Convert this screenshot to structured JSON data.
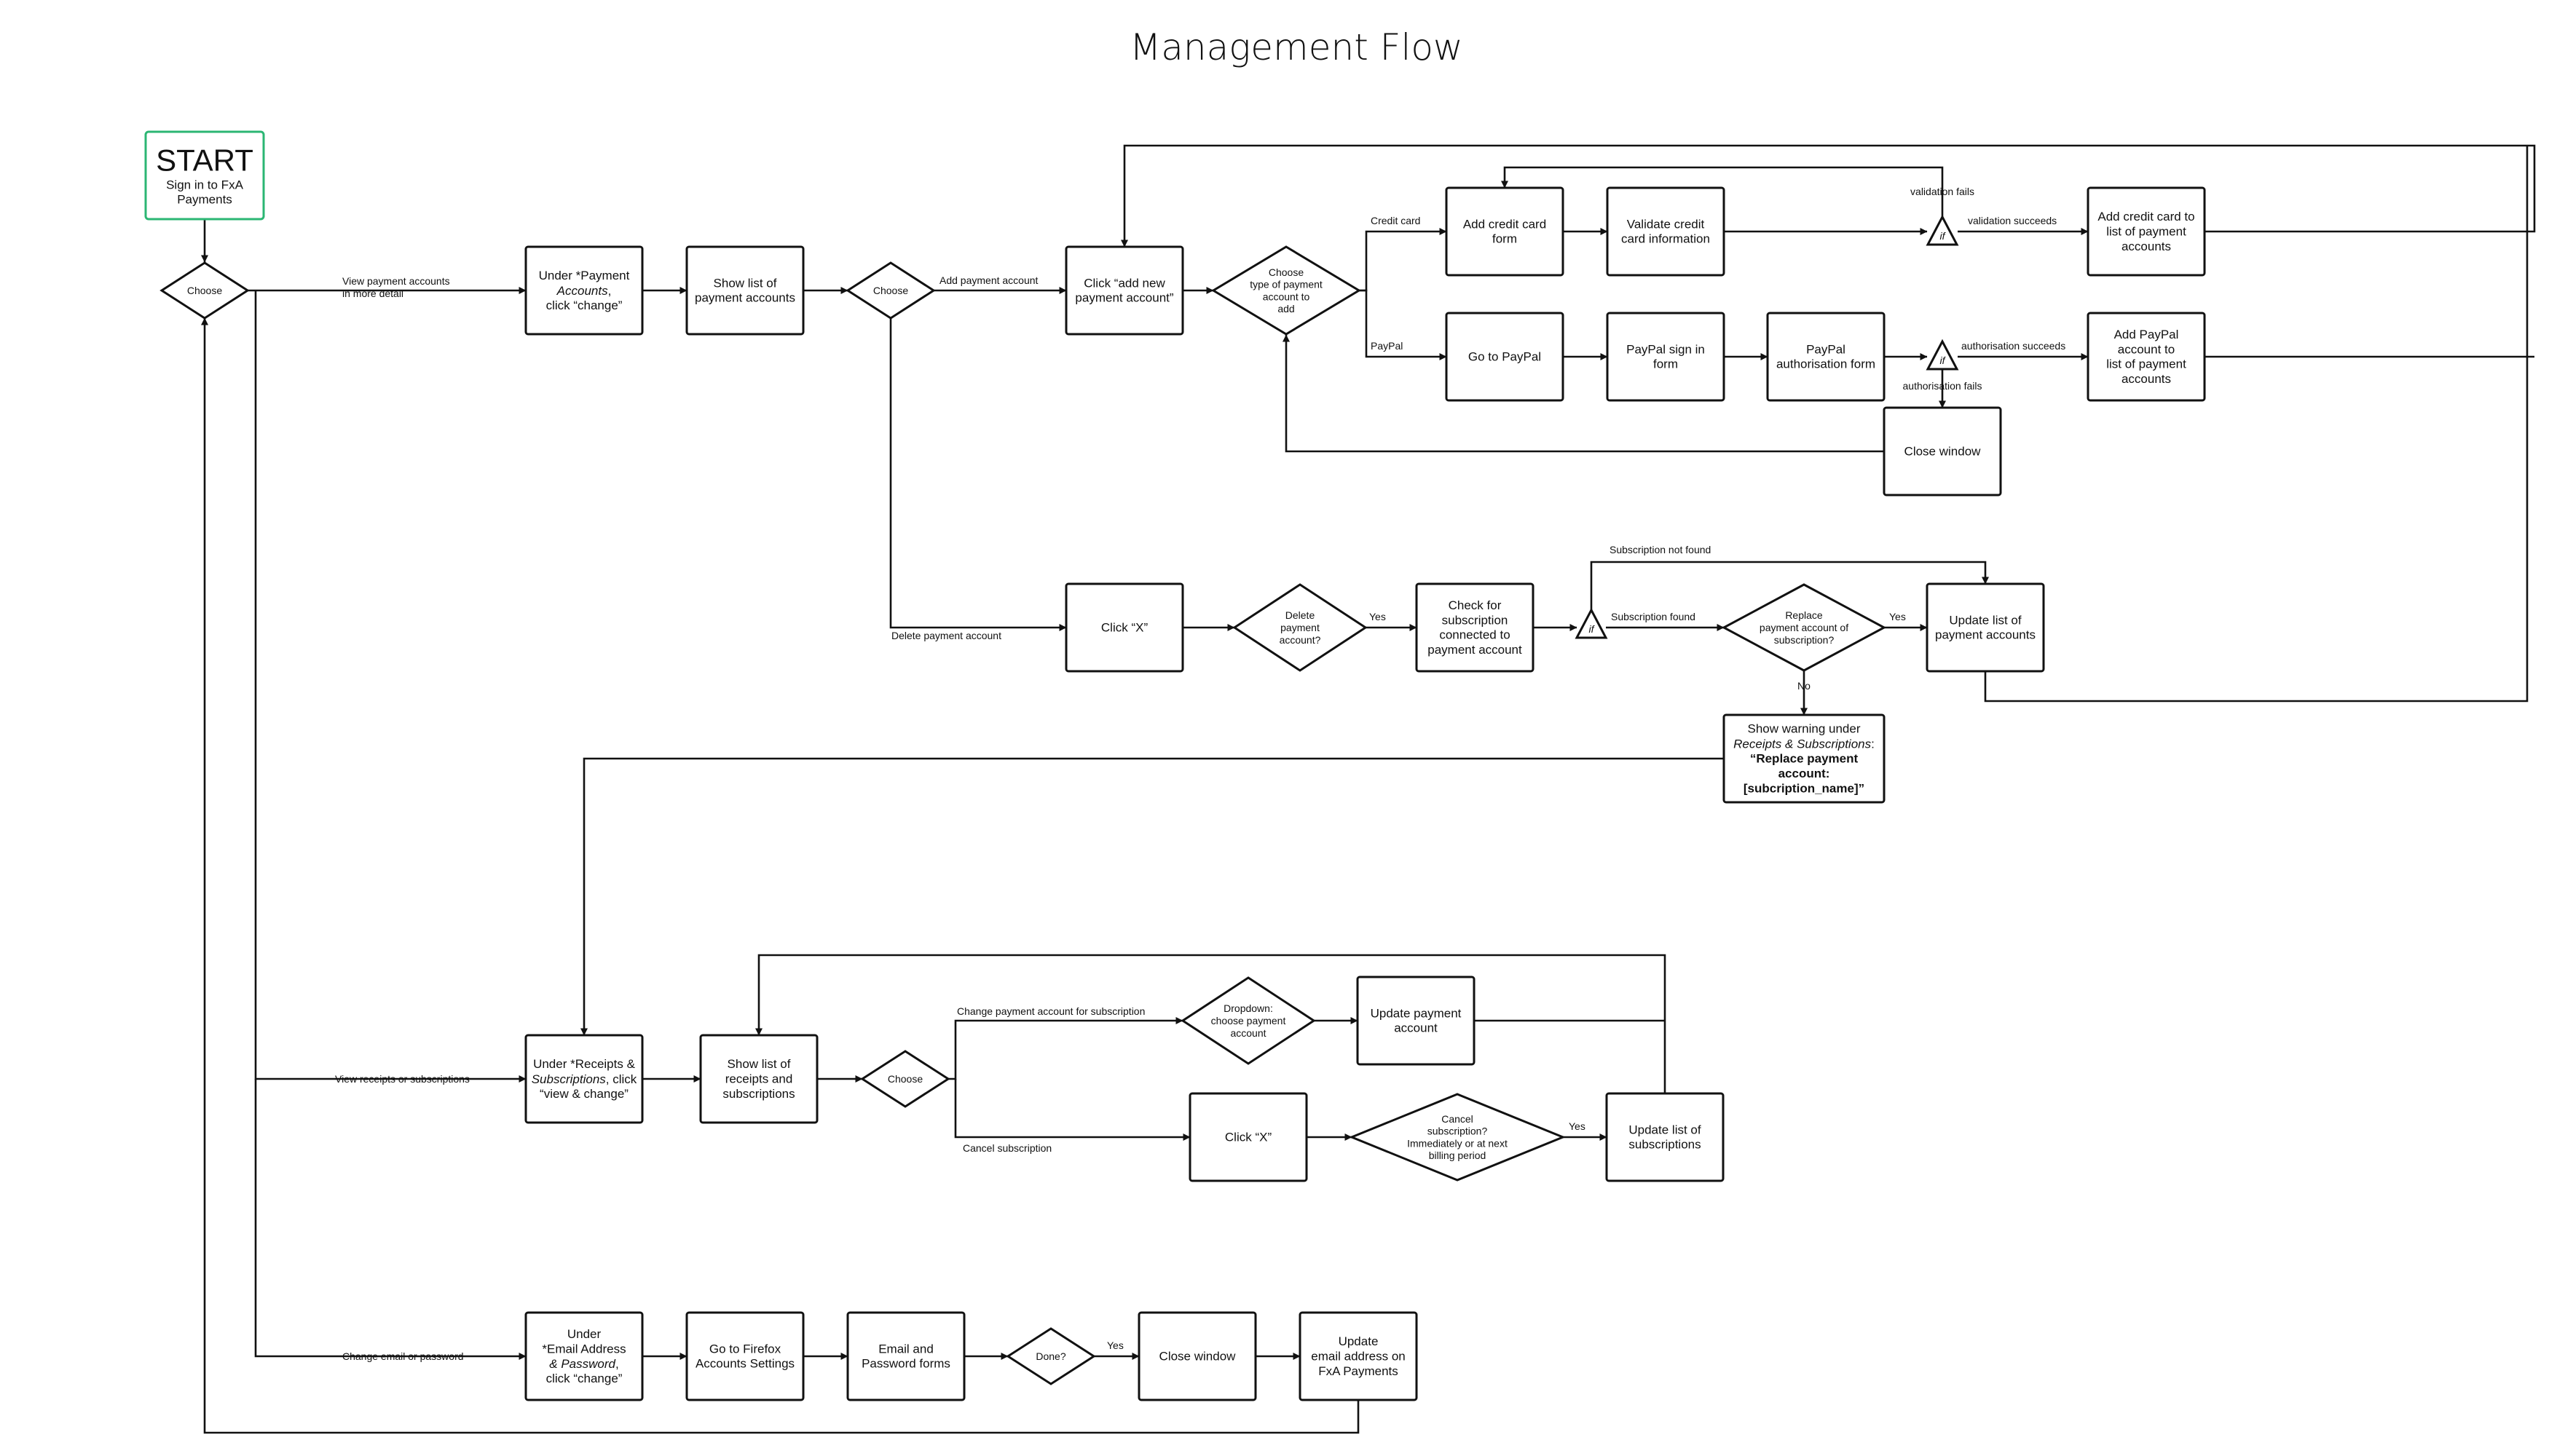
{
  "title": "Management Flow",
  "colors": {
    "start": "#2bb673",
    "ink": "#111111"
  },
  "nodes": {
    "start": {
      "heading": "START",
      "text": "Sign in to FxA|Payments"
    },
    "d_choose_main": "Choose",
    "under_payment_accounts": "Under *Payment|*Accounts*,|click “change”",
    "show_payment_list": "Show list of|payment accounts",
    "d_choose_payment": "Choose",
    "click_add_new": "Click “add new|payment account”",
    "d_choose_type": "Choose|type of payment|account to|add",
    "add_cc_form": "Add credit card|form",
    "validate_cc": "Validate credit|card information",
    "if_validation": "if",
    "add_cc_to_list": "Add credit card to|list of payment|accounts",
    "go_to_paypal": "Go to PayPal",
    "paypal_signin": "PayPal sign in|form",
    "paypal_auth": "PayPal|authorisation form",
    "if_auth": "if",
    "add_paypal_to_list": "Add PayPal|account to|list of payment|accounts",
    "close_window_paypal": "Close window",
    "click_x_delete": "Click “X”",
    "d_delete": "Delete|payment|account?",
    "check_subscription": "Check for|subscription|connected to|payment account",
    "if_subscription": "if",
    "d_replace": "Replace|payment account of|subscription?",
    "update_payment_list": "Update list of|payment accounts",
    "warning": "Show warning under|*Receipts & Subscriptions*:|**“Replace payment|**account:|**[subcription_name]”",
    "under_receipts": "Under *Receipts &|*Subscriptions*, click|“view & change”",
    "show_receipts_list": "Show list of|receipts and|subscriptions",
    "d_choose_receipts": "Choose",
    "d_dropdown": "Dropdown:|choose payment|account",
    "update_payment_account": "Update payment|account",
    "click_x_cancel": "Click “X”",
    "d_cancel": "Cancel|subscription?|Immediately or at next|billing period",
    "update_subscriptions": "Update list of|subscriptions",
    "under_email": "Under|*Email Address|*& Password*,|click “change”",
    "go_to_firefox": "Go to Firefox|Accounts Settings",
    "email_password_forms": "Email and|Password forms",
    "d_done": "Done?",
    "close_window_email": "Close window",
    "update_email": "Update|email address on|FxA Payments"
  },
  "edge_labels": {
    "view_payment": "View payment accounts|in more detail",
    "add_payment": "Add payment account",
    "delete_payment": "Delete payment account",
    "credit_card": "Credit card",
    "paypal": "PayPal",
    "validation_fails": "validation fails",
    "validation_succeeds": "validation succeeds",
    "authorisation_succeeds": "authorisation succeeds",
    "authorisation_fails": "authorisation fails",
    "yes_delete": "Yes",
    "subscription_not_found": "Subscription not found",
    "subscription_found": "Subscription found",
    "yes_replace": "Yes",
    "no_replace": "No",
    "view_receipts": "View receipts or subscriptions",
    "change_payment_for_subscription": "Change payment account for subscription",
    "cancel_subscription": "Cancel subscription",
    "yes_cancel": "Yes",
    "change_email": "Change email or password",
    "yes_done": "Yes"
  }
}
